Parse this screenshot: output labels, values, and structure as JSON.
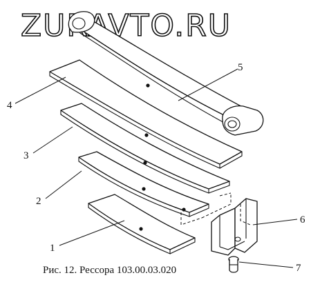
{
  "watermark": "ZURAVTO.RU",
  "caption": "Рис. 12. Рессора 103.00.03.020",
  "callouts": [
    "1",
    "2",
    "3",
    "4",
    "5",
    "6",
    "7"
  ]
}
